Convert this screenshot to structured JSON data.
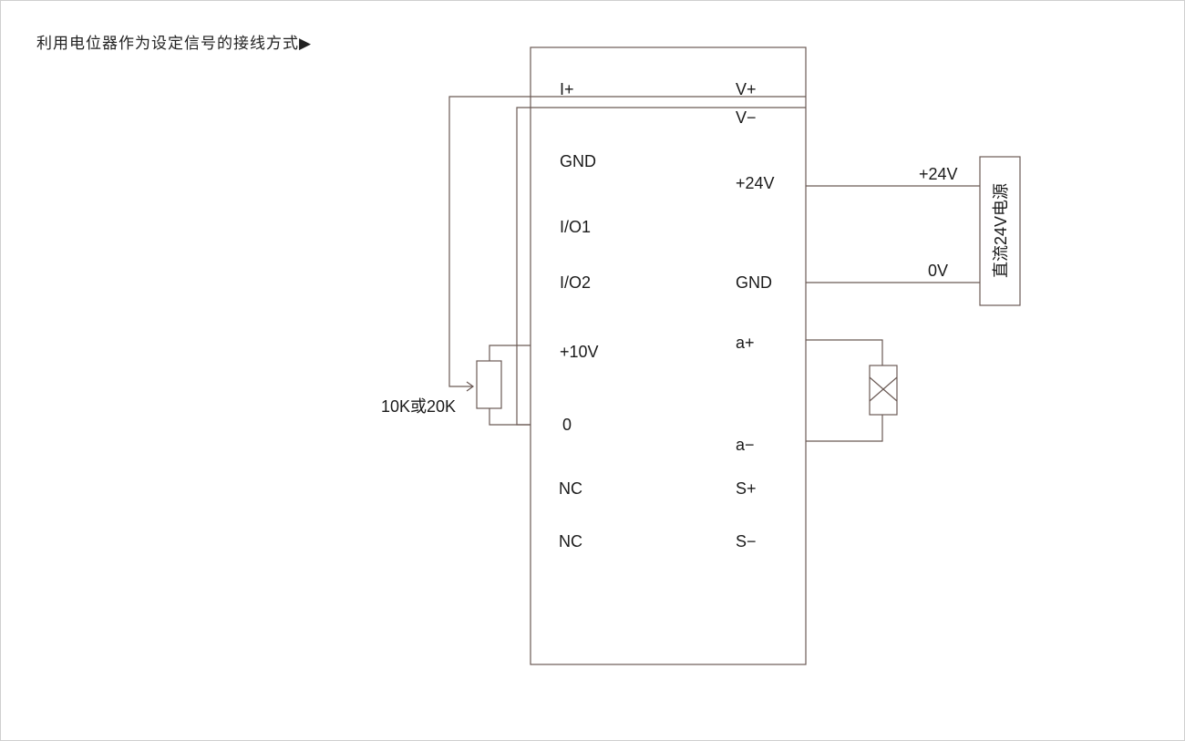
{
  "title": "利用电位器作为设定信号的接线方式▶",
  "terminals_left": {
    "i_plus": "I+",
    "gnd": "GND",
    "io1": "I/O1",
    "io2": "I/O2",
    "plus10v": "+10V",
    "zero": "0",
    "nc1": "NC",
    "nc2": "NC"
  },
  "terminals_right": {
    "v_plus": "V+",
    "v_minus": "V−",
    "plus24v": "+24V",
    "gnd": "GND",
    "a_plus": "a+",
    "a_minus": "a−",
    "s_plus": "S+",
    "s_minus": "S−"
  },
  "potentiometer_label": "10K或20K",
  "power_supply": {
    "label": "直流24V电源",
    "plus_label": "+24V",
    "zero_label": "0V"
  }
}
